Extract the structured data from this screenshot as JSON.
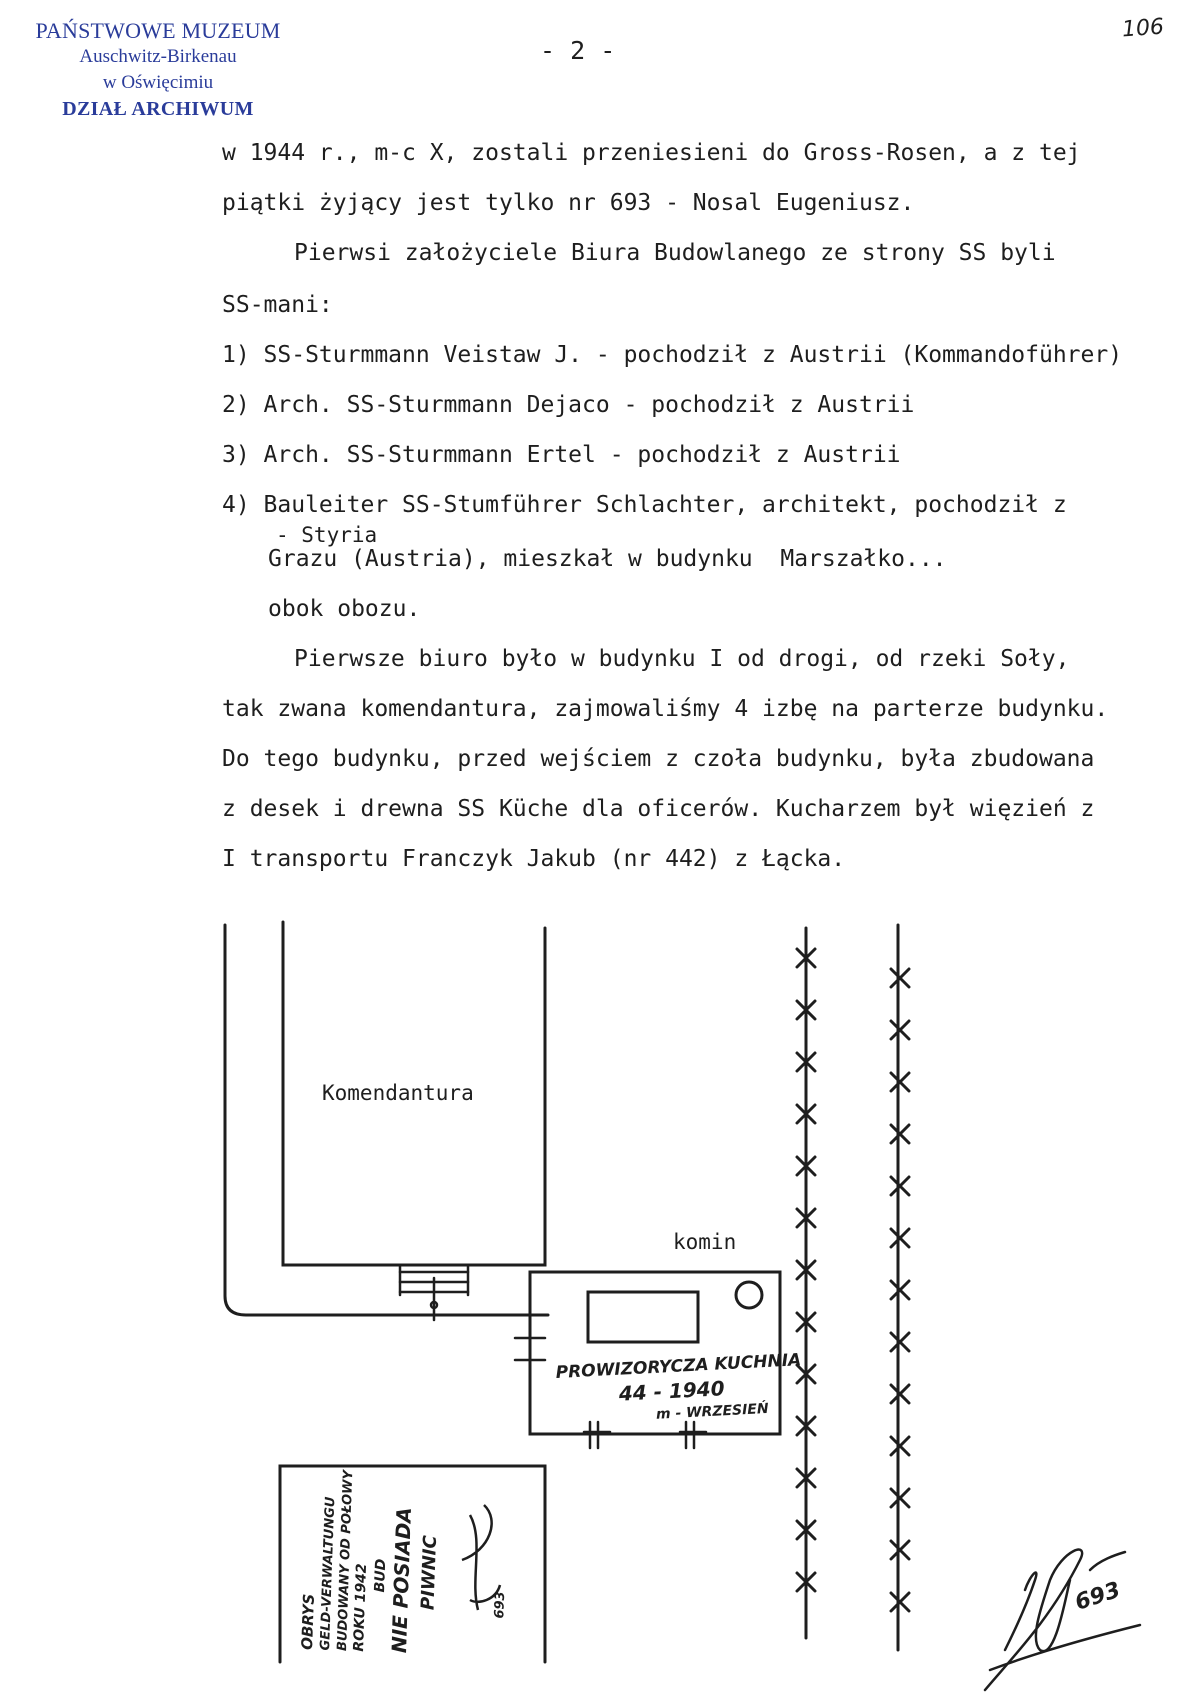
{
  "stamp": {
    "line1": "PAŃSTWOWE MUZEUM",
    "line2": "Auschwitz-Birkenau",
    "line3": "w Oświęcimiu",
    "line4": "DZIAŁ ARCHIWUM"
  },
  "page_number": "- 2 -",
  "archive_number": "106",
  "text": {
    "l1": "w 1944 r., m-c X, zostali przeniesieni do Gross-Rosen, a z tej",
    "l2": "piątki żyjący jest tylko nr 693 - Nosal Eugeniusz.",
    "l3": "Pierwsi założyciele Biura Budowlanego ze strony SS byli",
    "l4": "SS-mani:",
    "l5": "1) SS-Sturmmann Veistaw J. - pochodził z Austrii (Kommandoführer)",
    "l6": "2) Arch. SS-Sturmmann Dejaco - pochodził z Austrii",
    "l7": "3) Arch. SS-Sturmmann Ertel - pochodził z Austrii",
    "l8": "4) Bauleiter SS-Stumführer Schlachter, architekt, pochodził z",
    "l8_correction": "- Styria",
    "l9": "Grazu (Austria), mieszkał w budynku  Marszałko...",
    "l10": "obok obozu.",
    "l11": "Pierwsze biuro było w budynku I od drogi, od rzeki Soły,",
    "l12": "tak zwana komendantura, zajmowaliśmy 4 izbę na parterze budynku.",
    "l13": "Do tego budynku, przed wejściem z czoła budynku, była zbudowana",
    "l14": "z desek i drewna SS Küche dla oficerów. Kucharzem był więzień z",
    "l15": "I transportu Franczyk Jakub (nr 442) z Łącka."
  },
  "sketch": {
    "komendantura_label": "Komendantura",
    "komin_label": "komin",
    "kitchen_note_line1": "PROWIZORYCZA KUCHNIA",
    "kitchen_note_line2": "44 - 1940",
    "kitchen_note_line3": "m - WRZESIEŃ",
    "side_note_1": "OBRYS",
    "side_note_2": "GELD-VERWALTUNGU",
    "side_note_3": "BUDOWANY OD POŁOWY",
    "side_note_4": "ROKU 1942",
    "side_note_5": "BUD",
    "side_note_6": "NIE POSIADA",
    "side_note_7": "PIWNIC",
    "side_note_8": "693",
    "signature_number": "693"
  }
}
